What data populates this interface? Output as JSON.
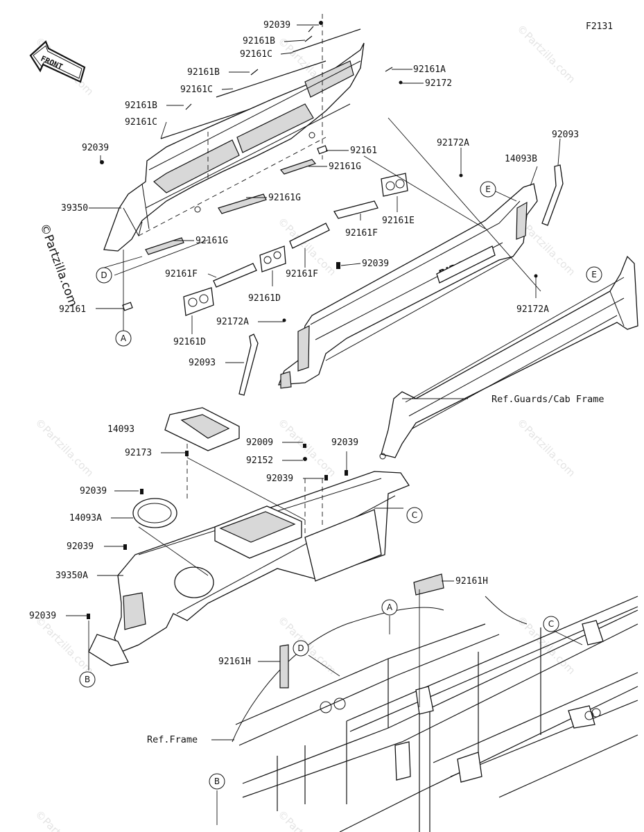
{
  "diagram_code": "F2131",
  "front_label": "FRONT",
  "watermark": "©Partzilla.com",
  "references": {
    "guards": "Ref.Guards/Cab Frame",
    "frame": "Ref.Frame"
  },
  "callouts": {
    "A": "A",
    "B": "B",
    "C": "C",
    "D": "D",
    "E": "E"
  },
  "part_labels": [
    {
      "id": "p1",
      "text": "92039"
    },
    {
      "id": "p2",
      "text": "92161B"
    },
    {
      "id": "p3",
      "text": "92161C"
    },
    {
      "id": "p4",
      "text": "92161A"
    },
    {
      "id": "p5",
      "text": "92172"
    },
    {
      "id": "p6",
      "text": "92161B"
    },
    {
      "id": "p7",
      "text": "92161C"
    },
    {
      "id": "p8",
      "text": "92161B"
    },
    {
      "id": "p9",
      "text": "92161C"
    },
    {
      "id": "p10",
      "text": "92039"
    },
    {
      "id": "p11",
      "text": "92161"
    },
    {
      "id": "p12",
      "text": "92161G"
    },
    {
      "id": "p13",
      "text": "92172A"
    },
    {
      "id": "p14",
      "text": "92093"
    },
    {
      "id": "p15",
      "text": "14093B"
    },
    {
      "id": "p16",
      "text": "39350"
    },
    {
      "id": "p17",
      "text": "92161G"
    },
    {
      "id": "p18",
      "text": "92161E"
    },
    {
      "id": "p19",
      "text": "92161F"
    },
    {
      "id": "p20",
      "text": "92161G"
    },
    {
      "id": "p21",
      "text": "92039"
    },
    {
      "id": "p22",
      "text": "92161F"
    },
    {
      "id": "p23",
      "text": "92161F"
    },
    {
      "id": "p24",
      "text": "92161"
    },
    {
      "id": "p25",
      "text": "92161D"
    },
    {
      "id": "p26",
      "text": "92172A"
    },
    {
      "id": "p27",
      "text": "92172A"
    },
    {
      "id": "p28",
      "text": "92161D"
    },
    {
      "id": "p29",
      "text": "92093"
    },
    {
      "id": "p30",
      "text": "14093"
    },
    {
      "id": "p31",
      "text": "92009"
    },
    {
      "id": "p32",
      "text": "92039"
    },
    {
      "id": "p33",
      "text": "92173"
    },
    {
      "id": "p34",
      "text": "92152"
    },
    {
      "id": "p35",
      "text": "92039"
    },
    {
      "id": "p36",
      "text": "92039"
    },
    {
      "id": "p37",
      "text": "14093A"
    },
    {
      "id": "p38",
      "text": "92039"
    },
    {
      "id": "p39",
      "text": "39350A"
    },
    {
      "id": "p40",
      "text": "92161H"
    },
    {
      "id": "p41",
      "text": "92039"
    },
    {
      "id": "p42",
      "text": "92161H"
    }
  ]
}
